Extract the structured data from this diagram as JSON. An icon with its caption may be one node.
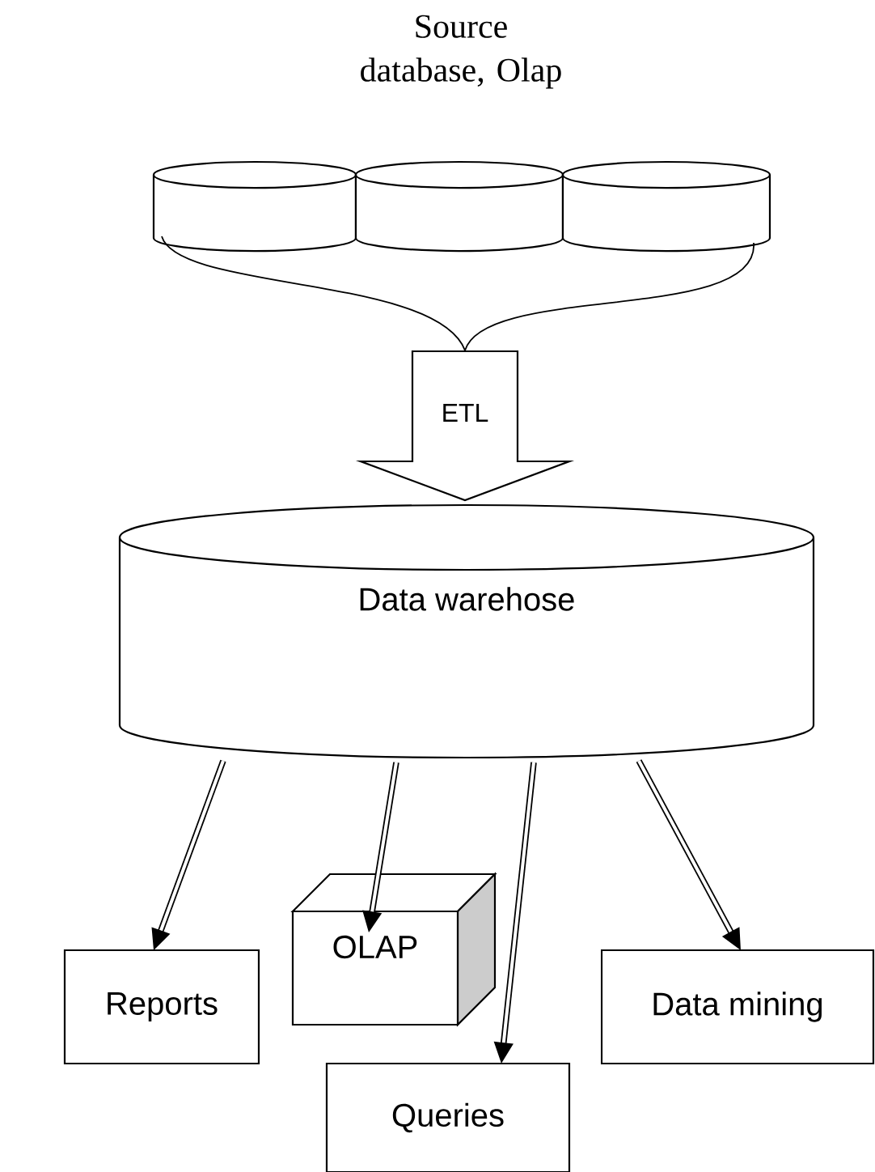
{
  "diagram": {
    "nodes": [
      {
        "text": [],
        "shape": "cylinder"
      },
      {
        "text": [],
        "shape": "cylinder"
      },
      {
        "text": [],
        "shape": "cylinder"
      },
      {
        "text": [
          "ETL"
        ]
      },
      {
        "text": [
          "Data warehose"
        ]
      },
      {
        "text": [
          "Reports"
        ]
      },
      {
        "text": [
          "OLAP"
        ]
      },
      {
        "text": [
          "Queries"
        ]
      },
      {
        "text": [
          "Data mining"
        ]
      }
    ],
    "edges": [
      {
        "from": 0,
        "to": 3,
        "arrow": "none"
      },
      {
        "from": 2,
        "to": 3,
        "arrow": "none"
      },
      {
        "from": 4,
        "to": 5,
        "arrow": "to"
      },
      {
        "from": 4,
        "to": 6,
        "arrow": "to"
      },
      {
        "from": 4,
        "to": 7,
        "arrow": "to"
      },
      {
        "from": 4,
        "to": 8,
        "arrow": "to"
      }
    ],
    "labels": [
      "Source database, Olap"
    ]
  }
}
